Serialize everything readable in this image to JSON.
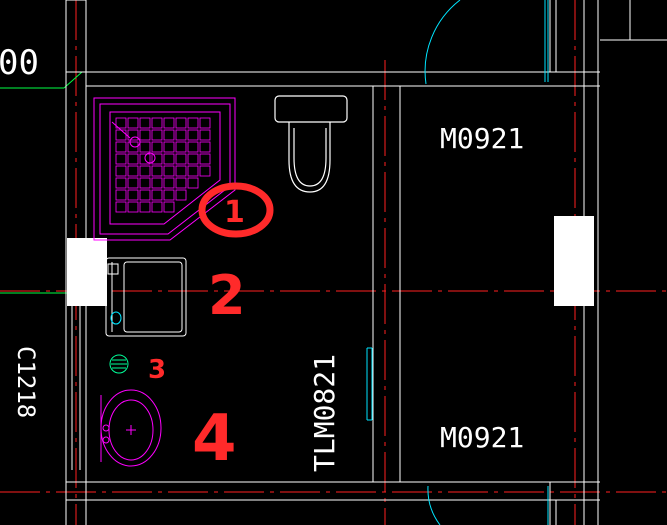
{
  "drawing": {
    "labels": {
      "room_top": "M0921",
      "room_bottom": "M0921",
      "door_vertical": "TLM0821",
      "window_left": "C1218",
      "partial_top_left": "00"
    },
    "annotations": {
      "n1": "1",
      "n2": "2",
      "n3": "3",
      "n4": "4"
    },
    "colors": {
      "background": "#000000",
      "wall": "#ffffff",
      "axis": "#ff2020",
      "fixture": "#ff00ff",
      "door": "#00e5ff",
      "dim_line": "#00ff44",
      "handwriting": "#ff2a2a"
    },
    "fixtures": [
      "shower-tray",
      "toilet",
      "washing-machine",
      "floor-drain",
      "wash-basin"
    ]
  }
}
